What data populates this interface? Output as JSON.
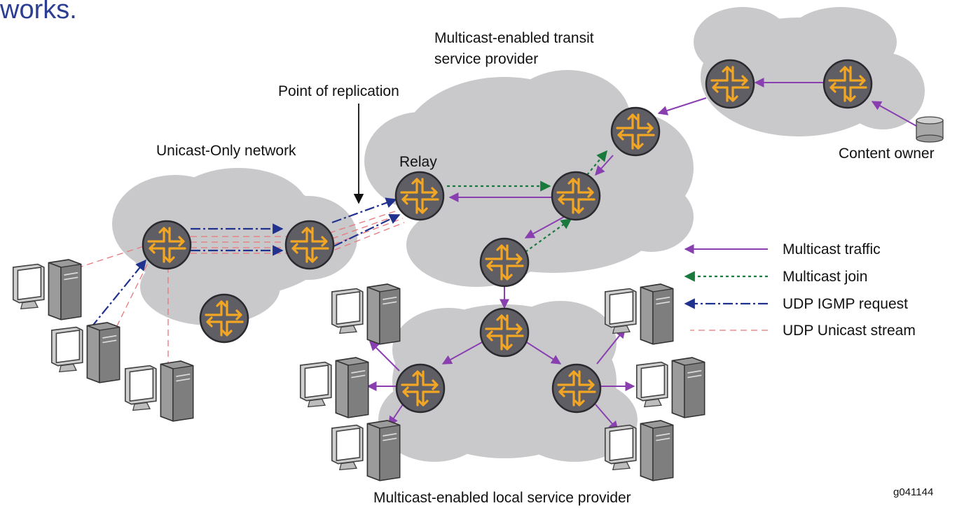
{
  "page": {
    "heading_fragment": "works."
  },
  "diagram": {
    "labels": {
      "transit_provider": [
        "Multicast-enabled transit",
        "service provider"
      ],
      "point_of_replication": "Point of replication",
      "unicast_network": "Unicast-Only network",
      "relay": "Relay",
      "content_owner": "Content owner",
      "local_provider": "Multicast-enabled local service provider",
      "figure_id": "g041144"
    },
    "legend": [
      {
        "key": "multicast_traffic",
        "label": "Multicast traffic",
        "color": "#8a3fb0",
        "style": "solid"
      },
      {
        "key": "multicast_join",
        "label": "Multicast join",
        "color": "#1a7a3e",
        "style": "dotted"
      },
      {
        "key": "udp_igmp",
        "label": "UDP IGMP request",
        "color": "#20318e",
        "style": "dash-dot"
      },
      {
        "key": "udp_unicast",
        "label": "UDP Unicast stream",
        "color": "#e8777c",
        "style": "dashed"
      }
    ],
    "colors": {
      "cloud": "#c9c9cb",
      "router": "#5e5e64",
      "router_glyph": "#f2a623",
      "heading": "#2c3e94"
    },
    "icons": [
      "router-icon",
      "computer-icon",
      "database-icon",
      "cloud-shape"
    ]
  }
}
